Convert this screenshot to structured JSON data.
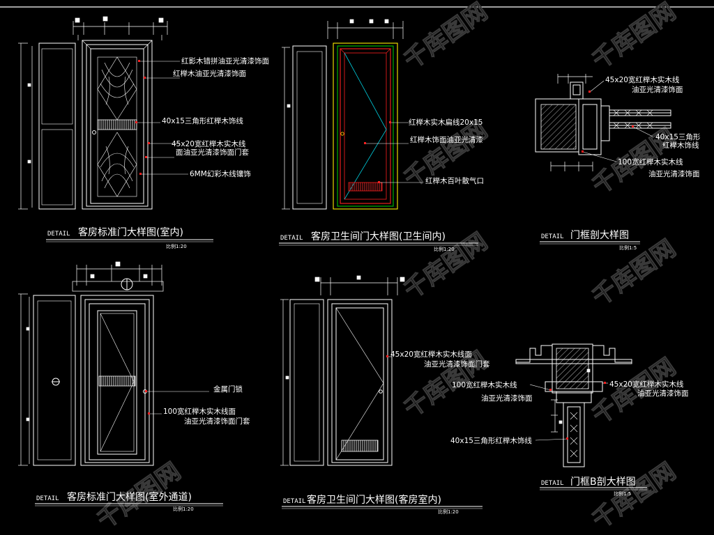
{
  "watermark": {
    "text": "千库图网"
  },
  "detail_tag": "DETAIL",
  "details": [
    {
      "title": "客房标准门大样图(室内)",
      "scale": "比例1:20",
      "labels": [
        "红影木错拼油亚光清漆饰面",
        "红榉木油亚光清漆饰面",
        "40x15三角形红榉木饰线",
        "45x20宽红榉木实木线",
        "面油亚光清漆饰面门套",
        "6MM幻彩木线镶饰"
      ]
    },
    {
      "title": "客房卫生间门大样图(卫生间内)",
      "scale": "比例1:20",
      "labels": [
        "红榉木实木扁线20x15",
        "红榉木饰面油亚光清漆",
        "红榉木百叶散气口"
      ]
    },
    {
      "title": "门框剖大样图",
      "scale": "比例1:5",
      "labels": [
        "45x20宽红榉木实木线",
        "油亚光清漆饰面",
        "40x15三角形",
        "红榉木饰线",
        "100宽红榉木实木线",
        "油亚光清漆饰面"
      ]
    },
    {
      "title": "客房标准门大样图(室外通道)",
      "scale": "比例1:20",
      "labels": [
        "金属门锁",
        "100宽红榉木实木线面",
        "油亚光清漆饰面门套"
      ]
    },
    {
      "title": "客房卫生间门大样图(客房室内)",
      "scale": "比例1:20",
      "labels": [
        "45x20宽红榉木实木线面",
        "油亚光清漆饰面门套"
      ]
    },
    {
      "title": "门框B剖大样图",
      "scale": "比例1:5",
      "labels": [
        "100宽红榉木实木线",
        "油亚光清漆饰面",
        "40x15三角形红榉木饰线",
        "45x20宽红榉木实木线",
        "油亚光清漆饰面"
      ]
    }
  ]
}
